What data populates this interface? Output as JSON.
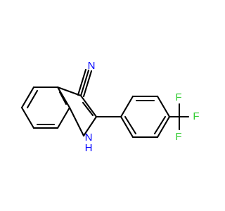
{
  "molecule": {
    "atoms": {
      "n_nitrile": "N",
      "f_top": "F",
      "f_right": "F",
      "f_bottom": "F",
      "nh_n": "N",
      "nh_h": "H"
    },
    "colors": {
      "bond": "#000000",
      "nitrogen": "#0000ff",
      "fluorine": "#33cc33",
      "hydrogen": "#0000ff"
    }
  }
}
